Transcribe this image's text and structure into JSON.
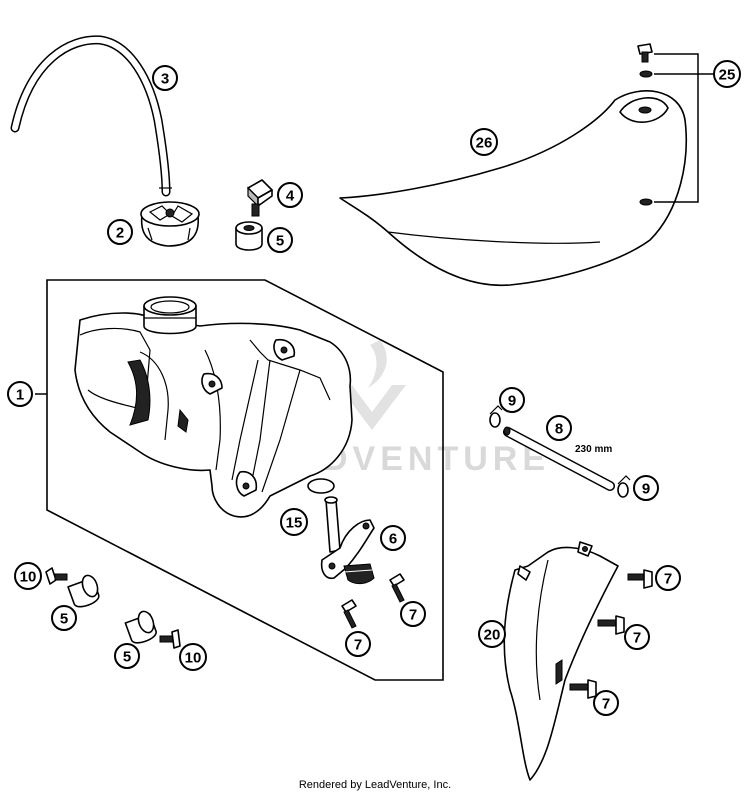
{
  "callouts": {
    "c1": "1",
    "c2": "2",
    "c3": "3",
    "c4": "4",
    "c5a": "5",
    "c5b": "5",
    "c5c": "5",
    "c6": "6",
    "c7a": "7",
    "c7b": "7",
    "c7c": "7",
    "c7d": "7",
    "c7e": "7",
    "c8": "8",
    "c9a": "9",
    "c9b": "9",
    "c10a": "10",
    "c10b": "10",
    "c15": "15",
    "c20": "20",
    "c25": "25",
    "c26": "26"
  },
  "dimension_label": "230 mm",
  "watermark": "LEADVENTURE",
  "footer": "Rendered by LeadVenture, Inc."
}
